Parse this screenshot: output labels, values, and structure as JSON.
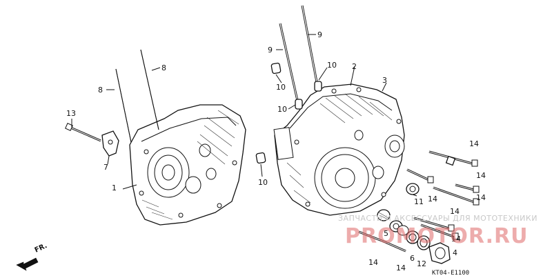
{
  "callouts": [
    {
      "id": "c1",
      "label": "1"
    },
    {
      "id": "c2",
      "label": "2"
    },
    {
      "id": "c3",
      "label": "3"
    },
    {
      "id": "c4",
      "label": "4"
    },
    {
      "id": "c5",
      "label": "5"
    },
    {
      "id": "c6",
      "label": "6"
    },
    {
      "id": "c7",
      "label": "7"
    },
    {
      "id": "c8a",
      "label": "8"
    },
    {
      "id": "c8b",
      "label": "8"
    },
    {
      "id": "c9a",
      "label": "9"
    },
    {
      "id": "c9b",
      "label": "9"
    },
    {
      "id": "c10a",
      "label": "10"
    },
    {
      "id": "c10b",
      "label": "10"
    },
    {
      "id": "c10c",
      "label": "10"
    },
    {
      "id": "c10d",
      "label": "10"
    },
    {
      "id": "c11",
      "label": "11"
    },
    {
      "id": "c12",
      "label": "12"
    },
    {
      "id": "c13",
      "label": "13"
    },
    {
      "id": "c14a",
      "label": "14"
    },
    {
      "id": "c14b",
      "label": "14"
    },
    {
      "id": "c14c",
      "label": "14"
    },
    {
      "id": "c14d",
      "label": "14"
    },
    {
      "id": "c14e",
      "label": "14"
    },
    {
      "id": "c14f",
      "label": "14"
    },
    {
      "id": "c14g",
      "label": "14"
    },
    {
      "id": "c14h",
      "label": "14"
    }
  ],
  "direction_label": "FR.",
  "diagram_code": "KT04-E1100",
  "watermark": {
    "tagline": "ЗАПЧАСТИ И АКСЕССУАРЫ ДЛЯ МОТОТЕХНИКИ",
    "brand": "PROMOTOR.RU"
  }
}
